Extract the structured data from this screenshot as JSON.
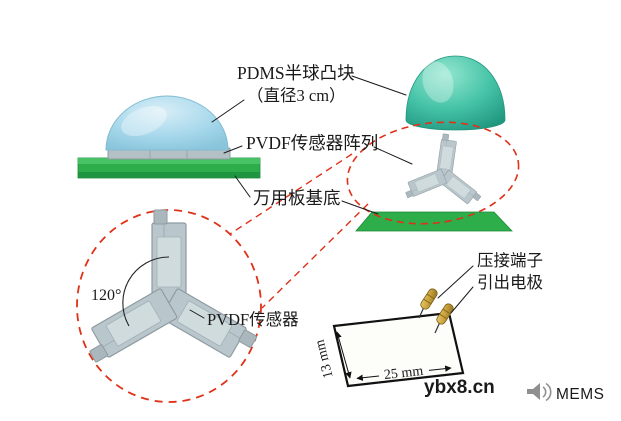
{
  "annotations": {
    "pdms_bump": "PDMS半球凸块",
    "pdms_diameter": "（直径3 cm）",
    "pvdf_array": "PVDF传感器阵列",
    "board_substrate": "万用板基底",
    "angle": "120°",
    "pvdf_sensor": "PVDF传感器",
    "terminal_line1": "压接端子",
    "terminal_line2": "引出电极"
  },
  "dimensions": {
    "width_label": "25 mm",
    "height_label": "13 mm"
  },
  "watermark": {
    "site": "ybx8.cn",
    "brand": "MEMS"
  },
  "colors": {
    "pcb_green": "#2dae4a",
    "dome_blue": "#a9d9ec",
    "dome_teal": "#3fbfa4",
    "sensor_gray": "#b9c6cb",
    "callout_red": "#e03018",
    "terminal_gold": "#c9a23e",
    "watermark_red": "#c01010",
    "logo_gray": "#7d7d7d"
  }
}
